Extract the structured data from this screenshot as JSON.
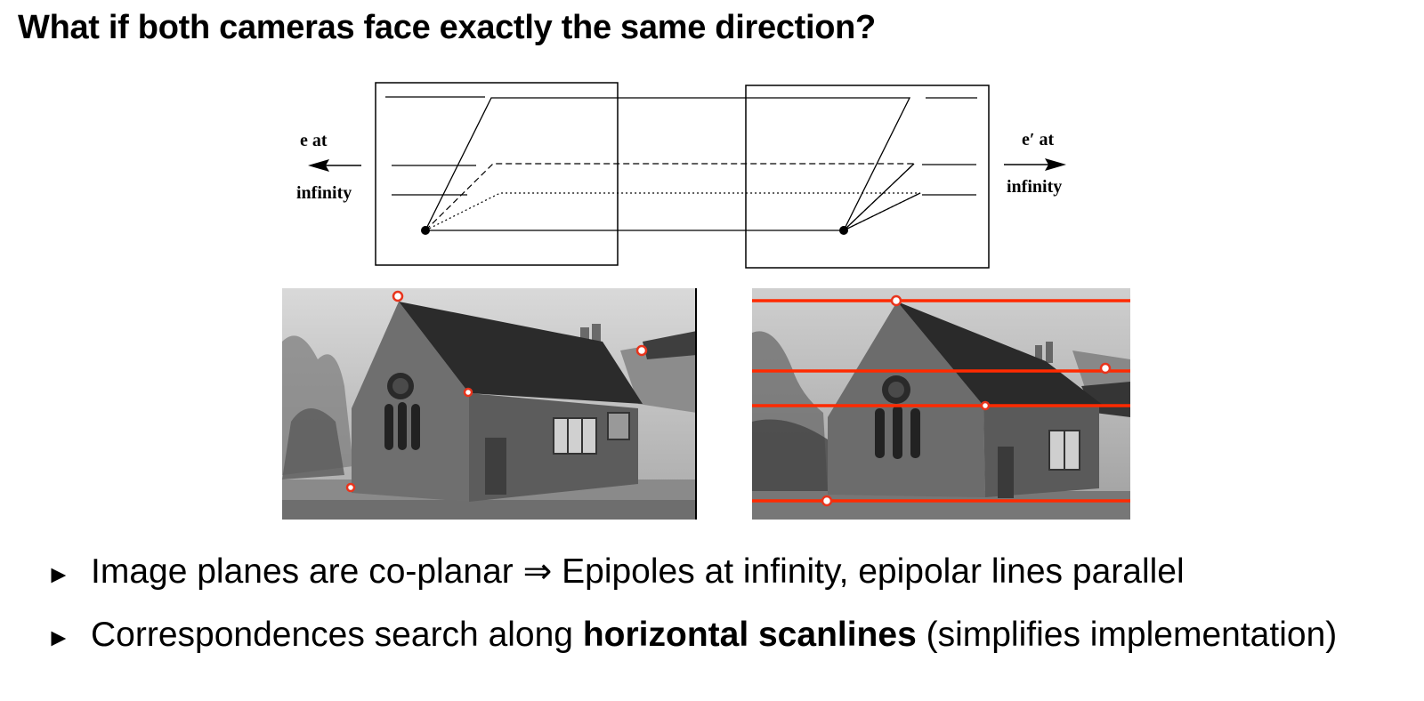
{
  "slide": {
    "title": "What if both cameras face exactly the same direction?"
  },
  "diagram": {
    "left_label_top": "e  at",
    "left_label_bottom": "infinity",
    "right_label_top": "e′ at",
    "right_label_bottom": "infinity"
  },
  "bullets": [
    {
      "marker": "►",
      "text": "Image planes are co-planar ⇒ Epipoles at infinity, epipolar lines parallel"
    },
    {
      "marker": "►",
      "prefix": "Correspondences search along ",
      "emphasis": "horizontal scanlines",
      "suffix": " (simplifies implementation)"
    }
  ],
  "colors": {
    "epipolar_line": "#ff2a00",
    "point_outline": "#e8341c",
    "text": "#000000"
  }
}
